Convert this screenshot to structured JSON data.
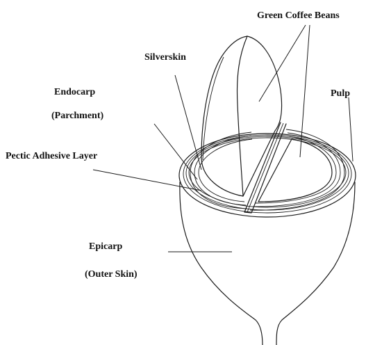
{
  "diagram": {
    "labels": {
      "green_coffee_beans": "Green Coffee Beans",
      "silverskin": "Silverskin",
      "endocarp": "Endocarp",
      "parchment": "(Parchment)",
      "pulp": "Pulp",
      "pectic_adhesive_layer": "Pectic Adhesive Layer",
      "epicarp": "Epicarp",
      "outer_skin": "(Outer Skin)"
    },
    "colors": {
      "ink": "#1a1a1a",
      "background": "#ffffff"
    }
  }
}
